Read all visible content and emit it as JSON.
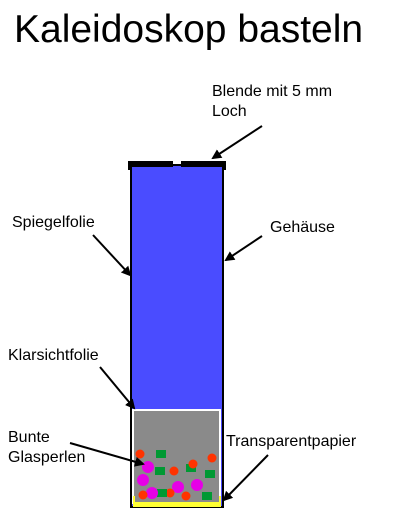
{
  "title": "Kaleidoskop basteln",
  "labels": {
    "blende_line1": "Blende mit 5 mm",
    "blende_line2": "Loch",
    "spiegelfolie": "Spiegelfolie",
    "gehaeuse": "Gehäuse",
    "klarsichtfolie": "Klarsichtfolie",
    "bunte_line1": "Bunte",
    "bunte_line2": "Glasperlen",
    "transparentpapier": "Transparentpapier"
  },
  "colors": {
    "tube": "#4a4cff",
    "tube_border": "#000000",
    "bead_chamber": "#8a8a8a",
    "bead_chamber_border": "#ffffff",
    "transparent_paper": "#ffff33",
    "bead_red": "#ff3300",
    "bead_magenta": "#e600e6",
    "bead_green": "#009933"
  },
  "beads": [
    {
      "shape": "circle",
      "color": "bead_red"
    },
    {
      "shape": "square",
      "color": "bead_green"
    },
    {
      "shape": "circle",
      "color": "bead_magenta"
    },
    {
      "shape": "circle",
      "color": "bead_red"
    },
    {
      "shape": "square",
      "color": "bead_green"
    },
    {
      "shape": "circle",
      "color": "bead_magenta"
    },
    {
      "shape": "square",
      "color": "bead_green"
    },
    {
      "shape": "circle",
      "color": "bead_red"
    },
    {
      "shape": "square",
      "color": "bead_green"
    },
    {
      "shape": "circle",
      "color": "bead_magenta"
    },
    {
      "shape": "circle",
      "color": "bead_magenta"
    },
    {
      "shape": "circle",
      "color": "bead_red"
    },
    {
      "shape": "circle",
      "color": "bead_red"
    },
    {
      "shape": "square",
      "color": "bead_green"
    },
    {
      "shape": "circle",
      "color": "bead_magenta"
    },
    {
      "shape": "square",
      "color": "bead_green"
    },
    {
      "shape": "circle",
      "color": "bead_red"
    },
    {
      "shape": "circle",
      "color": "bead_red"
    }
  ]
}
